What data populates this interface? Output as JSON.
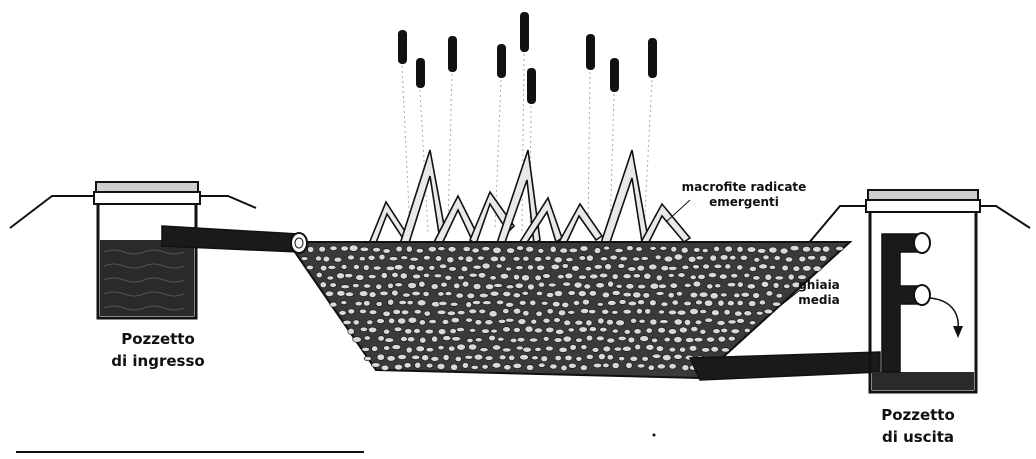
{
  "labels": {
    "inlet_line1": "Pozzetto",
    "inlet_line2": "di ingresso",
    "outlet_line1": "Pozzetto",
    "outlet_line2": "di uscita",
    "plants_line1": "macrofite radicate",
    "plants_line2": "emergenti",
    "gravel_line1": "ghiaia",
    "gravel_line2": "media"
  },
  "colors": {
    "ink": "#111111",
    "water": "#2a2a2a",
    "gravel_bg": "#3a3a3a",
    "pebble": "#d9d9d9"
  }
}
